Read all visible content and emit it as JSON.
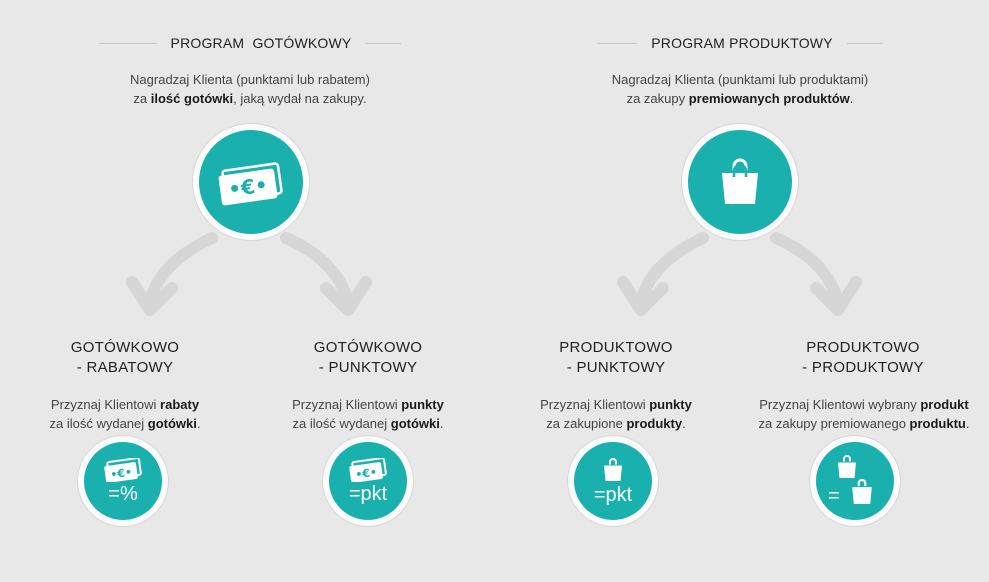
{
  "left": {
    "title": "PROGRAM  GOTÓWKOWY",
    "desc_line1": "Nagradzaj Klienta (punktami lub rabatem)",
    "desc_line2_pre": "za ",
    "desc_line2_bold": "ilość gotówki",
    "desc_line2_post": ", jaką wydał na zakupy.",
    "main_icon": "money-euro-icon",
    "cards": [
      {
        "title_l1": "GOTÓWKOWO",
        "title_l2": "- RABATOWY",
        "d1_pre": "Przyznaj Klientowi ",
        "d1_bold": "rabaty",
        "d1_post": "",
        "d2_pre": "za ilość wydanej ",
        "d2_bold": "gotówki",
        "d2_post": ".",
        "icon": "money-icon",
        "eq": "=%"
      },
      {
        "title_l1": "GOTÓWKOWO",
        "title_l2": "- PUNKTOWY",
        "d1_pre": "Przyznaj Klientowi ",
        "d1_bold": "punkty",
        "d1_post": "",
        "d2_pre": "za ilość wydanej ",
        "d2_bold": "gotówki",
        "d2_post": ".",
        "icon": "money-icon",
        "eq": "=pkt"
      }
    ]
  },
  "right": {
    "title": "PROGRAM PRODUKTOWY",
    "desc_line1": "Nagradzaj Klienta (punktami lub produktami)",
    "desc_line2_pre": "za zakupy ",
    "desc_line2_bold": "premiowanych produktów",
    "desc_line2_post": ".",
    "main_icon": "shopping-bag-icon",
    "cards": [
      {
        "title_l1": "PRODUKTOWO",
        "title_l2": "- PUNKTOWY",
        "d1_pre": "Przyznaj Klientowi ",
        "d1_bold": "punkty",
        "d1_post": "",
        "d2_pre": "za zakupione ",
        "d2_bold": "produkty",
        "d2_post": ".",
        "icon": "shopping-bag-icon",
        "eq": "=pkt"
      },
      {
        "title_l1": "PRODUKTOWO",
        "title_l2": "- PRODUKTOWY",
        "d1_pre": "Przyznaj Klientowi wybrany ",
        "d1_bold": "produkt",
        "d1_post": "",
        "d2_pre": "za zakupy premiowanego ",
        "d2_bold": "produktu",
        "d2_post": ".",
        "icon": "shopping-bag-icon",
        "eq": "="
      }
    ]
  },
  "colors": {
    "accent": "#1ab0ae",
    "background": "#e8e8e8",
    "arrow": "#d6d6d6"
  }
}
